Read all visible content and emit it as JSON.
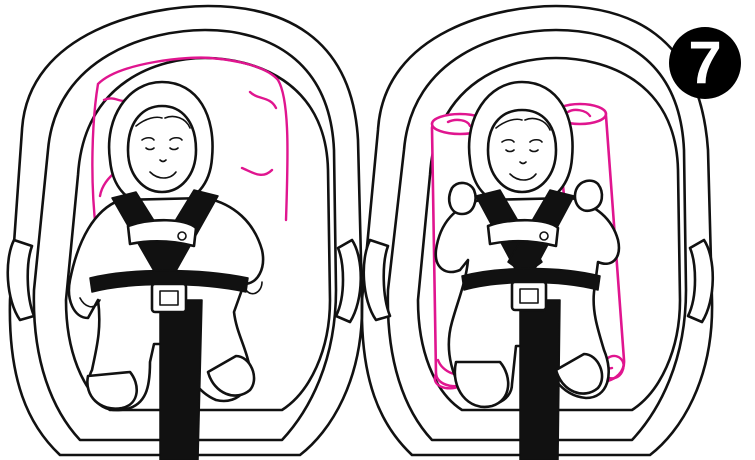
{
  "step": {
    "number": "7"
  },
  "panels": [
    {
      "name": "infant-without-blanket-rolls"
    },
    {
      "name": "infant-with-blanket-rolls"
    }
  ],
  "colors": {
    "accent": "#e0158f",
    "line": "#111111",
    "badge": "#000000"
  }
}
